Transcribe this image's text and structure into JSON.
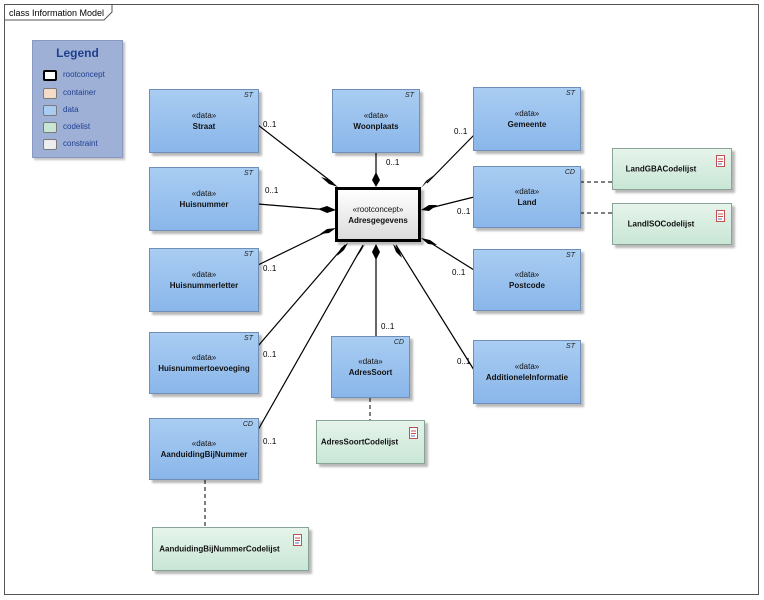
{
  "diagram": {
    "frame_label": "class Information Model",
    "root": {
      "stereotype": "«rootconcept»",
      "name": "Adresgegevens"
    },
    "classes": [
      {
        "id": "straat",
        "stereotype": "«data»",
        "name": "Straat",
        "tag": "ST",
        "multiplicity": "0..1"
      },
      {
        "id": "woonplaats",
        "stereotype": "«data»",
        "name": "Woonplaats",
        "tag": "ST",
        "multiplicity": "0..1"
      },
      {
        "id": "gemeente",
        "stereotype": "«data»",
        "name": "Gemeente",
        "tag": "ST",
        "multiplicity": "0..1"
      },
      {
        "id": "huisnummer",
        "stereotype": "«data»",
        "name": "Huisnummer",
        "tag": "ST",
        "multiplicity": "0..1"
      },
      {
        "id": "land",
        "stereotype": "«data»",
        "name": "Land",
        "tag": "CD",
        "multiplicity": "0..1"
      },
      {
        "id": "huisnummerletter",
        "stereotype": "«data»",
        "name": "Huisnummerletter",
        "tag": "ST",
        "multiplicity": "0..1"
      },
      {
        "id": "postcode",
        "stereotype": "«data»",
        "name": "Postcode",
        "tag": "ST",
        "multiplicity": "0..1"
      },
      {
        "id": "huisnummertoevoeging",
        "stereotype": "«data»",
        "name": "Huisnummertoevoeging",
        "tag": "ST",
        "multiplicity": "0..1"
      },
      {
        "id": "adressoort",
        "stereotype": "«data»",
        "name": "AdresSoort",
        "tag": "CD",
        "multiplicity": "0..1"
      },
      {
        "id": "additioneleinformatie",
        "stereotype": "«data»",
        "name": "AdditioneleInformatie",
        "tag": "ST",
        "multiplicity": "0..1"
      },
      {
        "id": "aanduidingbijnummer",
        "stereotype": "«data»",
        "name": "AanduidingBijNummer",
        "tag": "CD",
        "multiplicity": "0..1"
      }
    ],
    "codelists": [
      {
        "id": "landgba",
        "name": "LandGBACodelijst"
      },
      {
        "id": "landiso",
        "name": "LandISOCodelijst"
      },
      {
        "id": "adressoortcl",
        "name": "AdresSoortCodelijst"
      },
      {
        "id": "aanduidingcl",
        "name": "AanduidingBijNummerCodelijst"
      }
    ]
  },
  "legend": {
    "title": "Legend",
    "items": [
      {
        "label": "rootconcept",
        "color": "#ffffff"
      },
      {
        "label": "container",
        "color": "#f5dcc8"
      },
      {
        "label": "data",
        "color": "#a9cdf2"
      },
      {
        "label": "codelist",
        "color": "#c9e6d5"
      },
      {
        "label": "constraint",
        "color": "#eeeeee"
      }
    ]
  },
  "colors": {
    "data_fill": "#a9cdf2",
    "codelist_fill": "#c9e6d5",
    "legend_fill": "#9fb0d6",
    "legend_text": "#1f3f8f",
    "line": "#000000"
  }
}
